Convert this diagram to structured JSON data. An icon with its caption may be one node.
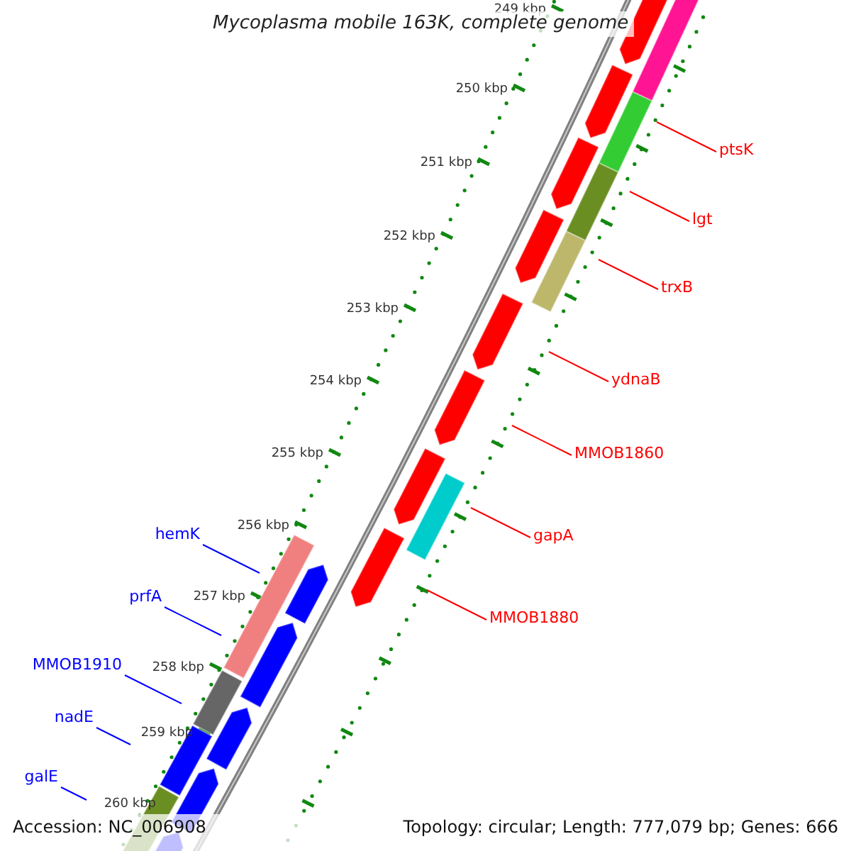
{
  "diagram": {
    "title": "Mycoplasma mobile 163K, complete genome",
    "nodes": [
      {
        "text": [
          "ptsK"
        ]
      },
      {
        "text": [
          "lgt"
        ]
      },
      {
        "text": [
          "trxB"
        ]
      },
      {
        "text": [
          "ydnaB"
        ]
      },
      {
        "text": [
          "MMOB1860"
        ]
      },
      {
        "text": [
          "gapA"
        ]
      },
      {
        "text": [
          "MMOB1880"
        ]
      },
      {
        "text": [
          "hemK"
        ]
      },
      {
        "text": [
          "prfA"
        ]
      },
      {
        "text": [
          "MMOB1910"
        ]
      },
      {
        "text": [
          "nadE"
        ]
      },
      {
        "text": [
          "galE"
        ]
      }
    ],
    "edges": [
      {
        "from": 0,
        "to": null,
        "arrow": "none"
      },
      {
        "from": 1,
        "to": null,
        "arrow": "none"
      },
      {
        "from": 2,
        "to": null,
        "arrow": "none"
      },
      {
        "from": 3,
        "to": null,
        "arrow": "none"
      },
      {
        "from": 4,
        "to": null,
        "arrow": "none"
      },
      {
        "from": 5,
        "to": null,
        "arrow": "none"
      },
      {
        "from": 6,
        "to": null,
        "arrow": "none"
      },
      {
        "from": 7,
        "to": null,
        "arrow": "none",
        "color": "#0000ff"
      },
      {
        "from": 8,
        "to": null,
        "arrow": "none",
        "color": "#0000ff"
      },
      {
        "from": 9,
        "to": null,
        "arrow": "none",
        "color": "#0000ff"
      },
      {
        "from": 10,
        "to": null,
        "arrow": "none",
        "color": "#0000ff"
      },
      {
        "from": 11,
        "to": null,
        "arrow": "none",
        "color": "#0000ff"
      }
    ],
    "labels": [
      "249 kbp",
      "250 kbp",
      "251 kbp",
      "252 kbp",
      "253 kbp",
      "254 kbp",
      "255 kbp",
      "256 kbp",
      "257 kbp",
      "258 kbp",
      "259 kbp",
      "260 kbp",
      "Accession: NC_006908",
      "Topology: circular; Length: 777,079 bp; Genes: 666"
    ]
  }
}
